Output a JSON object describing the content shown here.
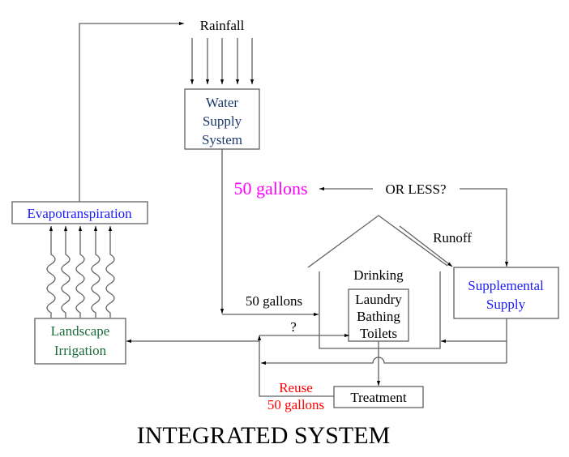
{
  "title": "INTEGRATED SYSTEM",
  "colors": {
    "line": "#606060",
    "arrow": "#000000",
    "text": "#000000",
    "water_supply": "#1a3a6e",
    "evapotranspiration": "#1a1aff",
    "landscape": "#1a6b3a",
    "magenta": "#ff00ff",
    "supplemental": "#1a1aff",
    "reuse": "#ff0000"
  },
  "nodes": {
    "rainfall": "Rainfall",
    "water_supply": [
      "Water",
      "Supply",
      "System"
    ],
    "evapotranspiration": "Evapotranspiration",
    "landscape": [
      "Landscape",
      "Irrigation"
    ],
    "house_drinking": "Drinking",
    "house_uses": [
      "Laundry",
      "Bathing",
      "Toilets"
    ],
    "supplemental": [
      "Supplemental",
      "Supply"
    ],
    "treatment": "Treatment"
  },
  "labels": {
    "fifty_gallons_big": "50 gallons",
    "or_less": "OR LESS?",
    "runoff": "Runoff",
    "fifty_gallons_in": "50 gallons",
    "question": "?",
    "reuse": "Reuse",
    "reuse_amount": "50 gallons"
  }
}
